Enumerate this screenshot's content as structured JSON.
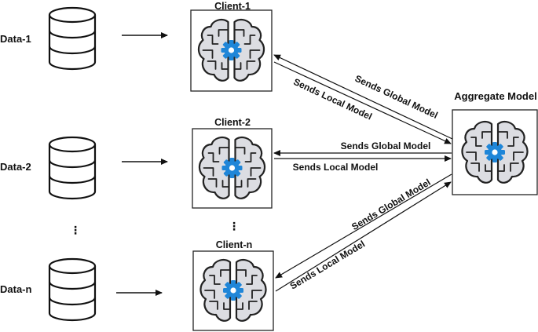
{
  "data_sources": [
    {
      "label": "Data-1",
      "icon": "database-icon"
    },
    {
      "label": "Data-2",
      "icon": "database-icon"
    },
    {
      "label": "Data-n",
      "icon": "database-icon"
    }
  ],
  "data_ellipsis": "⋮",
  "clients": [
    {
      "label": "Client-1",
      "icon": "brain-gear-icon"
    },
    {
      "label": "Client-2",
      "icon": "brain-gear-icon"
    },
    {
      "label": "Client-n",
      "icon": "brain-gear-icon"
    }
  ],
  "client_ellipsis": "⋮",
  "aggregate": {
    "label": "Aggregate Model",
    "icon": "brain-gear-icon"
  },
  "edges": [
    {
      "global_label": "Sends Global Model",
      "local_label": "Sends Local Model"
    },
    {
      "global_label": "Sends Global Model",
      "local_label": "Sends Local Model"
    },
    {
      "global_label": "Sends Global Model",
      "local_label": "Sends Local Model"
    }
  ],
  "colors": {
    "line": "#111111",
    "box_stroke": "#222222",
    "brain_fill": "#dcdde2",
    "brain_stroke": "#222222",
    "gear": "#1f86d8"
  }
}
